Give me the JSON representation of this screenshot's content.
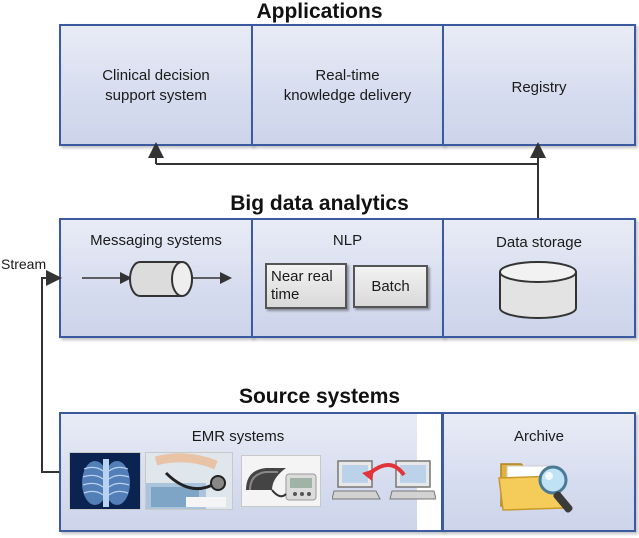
{
  "applications": {
    "heading": "Applications",
    "items": [
      "Clinical decision support system",
      "Real-time knowledge delivery",
      "Registry"
    ]
  },
  "analytics": {
    "heading": "Big data analytics",
    "messaging": "Messaging systems",
    "nlp": "NLP",
    "near_real_time": "Near real time",
    "batch": "Batch",
    "data_storage": "Data storage"
  },
  "sources": {
    "heading": "Source systems",
    "emr": "EMR systems",
    "archive": "Archive"
  },
  "stream_label": "Stream",
  "icons": [
    "cylinder-icon",
    "database-icon",
    "chest-xray-image",
    "stethoscope-image",
    "blood-pressure-monitor-image",
    "computer-transfer-icon",
    "folder-search-icon"
  ],
  "colors": {
    "box_border": "#3b5aa0",
    "box_fill": "#d6dcef",
    "arrow": "#333333",
    "transfer_arrow": "#e0343a",
    "folder": "#f2c94c"
  }
}
